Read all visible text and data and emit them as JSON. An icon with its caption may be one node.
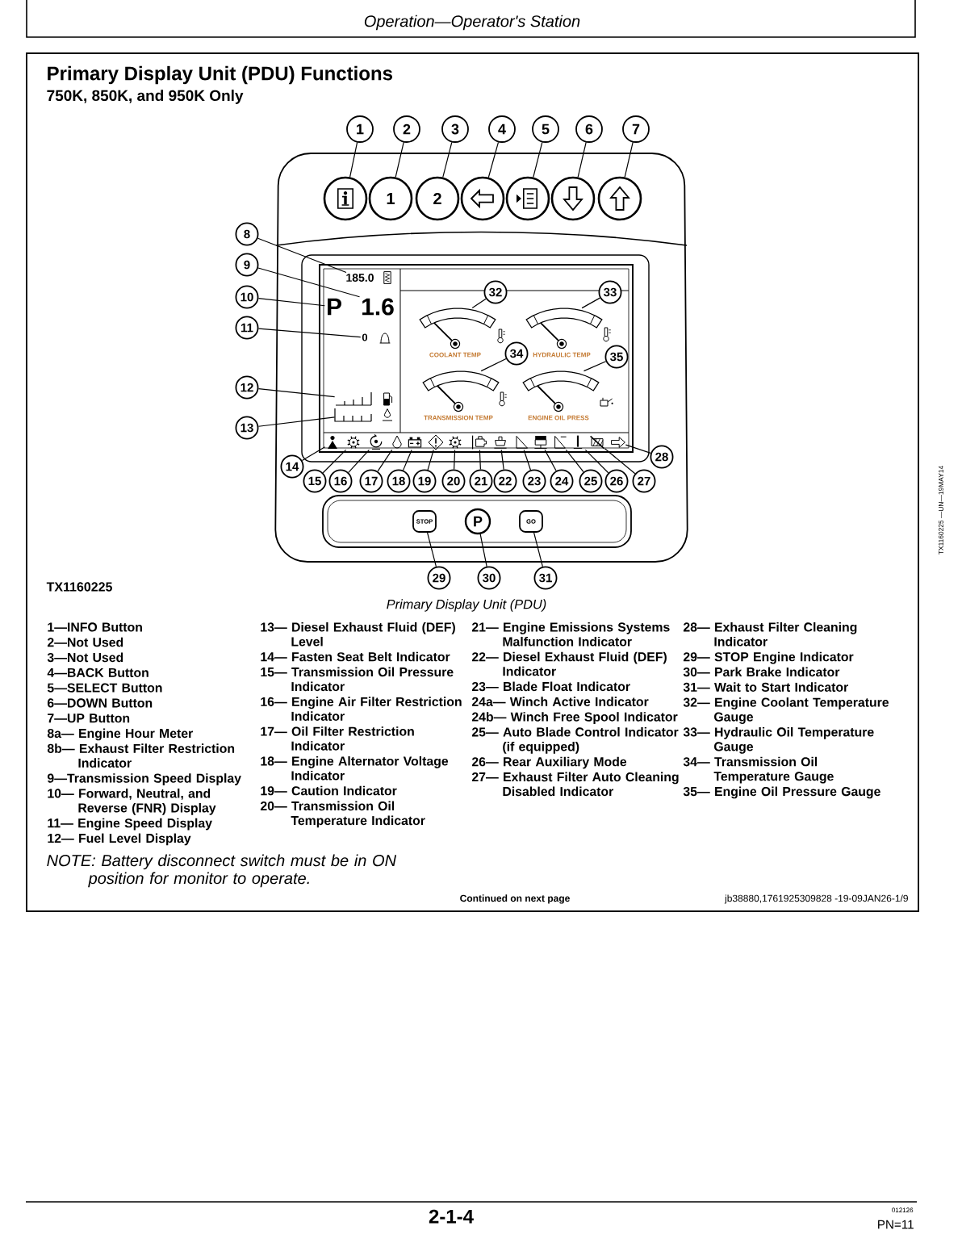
{
  "diagram": {
    "title": "Primary Display Unit (PDU) Functions",
    "caption": "Primary Display Unit (PDU)",
    "nodes": [
      {
        "text": [
          "1"
        ]
      },
      {
        "text": [
          "2"
        ]
      },
      {
        "text": [
          "3"
        ]
      },
      {
        "text": [
          "4"
        ]
      },
      {
        "text": [
          "5"
        ]
      },
      {
        "text": [
          "6"
        ]
      },
      {
        "text": [
          "7"
        ]
      },
      {
        "text": [],
        "shape": "circle"
      },
      {
        "text": [
          "1"
        ]
      },
      {
        "text": [
          "2"
        ]
      },
      {
        "text": [],
        "shape": "circle"
      },
      {
        "text": [],
        "shape": "circle"
      },
      {
        "text": [],
        "shape": "circle"
      },
      {
        "text": [],
        "shape": "circle"
      },
      {
        "text": [
          "8"
        ]
      },
      {
        "text": [
          "185.0"
        ]
      },
      {
        "text": [
          "9"
        ]
      },
      {
        "text": [
          "1.6"
        ]
      },
      {
        "text": [
          "10"
        ]
      },
      {
        "text": [
          "P"
        ]
      },
      {
        "text": [
          "11"
        ]
      },
      {
        "text": [
          "0"
        ]
      },
      {
        "text": [
          "12"
        ]
      },
      {
        "text": [],
        "shape": "bar"
      },
      {
        "text": [
          "13"
        ]
      },
      {
        "text": [],
        "shape": "bar"
      },
      {
        "text": [
          "32"
        ]
      },
      {
        "text": [],
        "shape": "picture",
        "beside": [
          "COOLANT TEMP"
        ]
      },
      {
        "text": [
          "33"
        ]
      },
      {
        "text": [],
        "shape": "picture",
        "beside": [
          "HYDRAULIC TEMP"
        ]
      },
      {
        "text": [
          "34"
        ]
      },
      {
        "text": [],
        "shape": "picture",
        "beside": [
          "TRANSMISSION TEMP"
        ]
      },
      {
        "text": [
          "35"
        ]
      },
      {
        "text": [],
        "shape": "picture",
        "beside": [
          "ENGINE OIL PRESS"
        ]
      },
      {
        "text": [
          "14"
        ]
      },
      {
        "text": [],
        "shape": "picture"
      },
      {
        "text": [
          "15"
        ]
      },
      {
        "text": [],
        "shape": "picture"
      },
      {
        "text": [
          "16"
        ]
      },
      {
        "text": [],
        "shape": "picture"
      },
      {
        "text": [
          "17"
        ]
      },
      {
        "text": [],
        "shape": "picture"
      },
      {
        "text": [
          "18"
        ]
      },
      {
        "text": [],
        "shape": "picture"
      },
      {
        "text": [
          "19"
        ]
      },
      {
        "text": [],
        "shape": "picture"
      },
      {
        "text": [
          "20"
        ]
      },
      {
        "text": [],
        "shape": "picture"
      },
      {
        "text": [
          "21"
        ]
      },
      {
        "text": [],
        "shape": "picture"
      },
      {
        "text": [
          "22"
        ]
      },
      {
        "text": [],
        "shape": "picture"
      },
      {
        "text": [
          "23"
        ]
      },
      {
        "text": [],
        "shape": "picture"
      },
      {
        "text": [
          "24"
        ]
      },
      {
        "text": [],
        "shape": "picture"
      },
      {
        "text": [
          "25"
        ]
      },
      {
        "text": [],
        "shape": "picture"
      },
      {
        "text": [
          "26"
        ]
      },
      {
        "text": [],
        "shape": "picture"
      },
      {
        "text": [
          "27"
        ]
      },
      {
        "text": [],
        "shape": "picture"
      },
      {
        "text": [
          "28"
        ]
      },
      {
        "text": [],
        "shape": "picture"
      },
      {
        "text": [
          "29"
        ]
      },
      {
        "text": [
          "STOP"
        ]
      },
      {
        "text": [
          "30"
        ]
      },
      {
        "text": [
          "P"
        ]
      },
      {
        "text": [
          "31"
        ]
      },
      {
        "text": [
          "GO"
        ]
      }
    ],
    "edges": [
      {
        "from": 0,
        "to": 7,
        "arrow": "none"
      },
      {
        "from": 1,
        "to": 8,
        "arrow": "none"
      },
      {
        "from": 2,
        "to": 9,
        "arrow": "none"
      },
      {
        "from": 3,
        "to": 10,
        "arrow": "none"
      },
      {
        "from": 4,
        "to": 11,
        "arrow": "none"
      },
      {
        "from": 5,
        "to": 12,
        "arrow": "none"
      },
      {
        "from": 6,
        "to": 13,
        "arrow": "none"
      },
      {
        "from": 14,
        "to": 15,
        "arrow": "none"
      },
      {
        "from": 16,
        "to": 17,
        "arrow": "none"
      },
      {
        "from": 18,
        "to": 19,
        "arrow": "none"
      },
      {
        "from": 20,
        "to": 21,
        "arrow": "none"
      },
      {
        "from": 22,
        "to": 23,
        "arrow": "none"
      },
      {
        "from": 24,
        "to": 25,
        "arrow": "none"
      },
      {
        "from": 26,
        "to": 27,
        "arrow": "none"
      },
      {
        "from": 28,
        "to": 29,
        "arrow": "none"
      },
      {
        "from": 30,
        "to": 31,
        "arrow": "none"
      },
      {
        "from": 32,
        "to": 33,
        "arrow": "none"
      },
      {
        "from": 34,
        "to": 35,
        "arrow": "none"
      },
      {
        "from": 36,
        "to": 37,
        "arrow": "none"
      },
      {
        "from": 38,
        "to": 39,
        "arrow": "none"
      },
      {
        "from": 40,
        "to": 41,
        "arrow": "none"
      },
      {
        "from": 42,
        "to": 43,
        "arrow": "none"
      },
      {
        "from": 44,
        "to": 45,
        "arrow": "none"
      },
      {
        "from": 46,
        "to": 47,
        "arrow": "none"
      },
      {
        "from": 48,
        "to": 49,
        "arrow": "none"
      },
      {
        "from": 50,
        "to": 51,
        "arrow": "none"
      },
      {
        "from": 52,
        "to": 53,
        "arrow": "none"
      },
      {
        "from": 54,
        "to": 55,
        "arrow": "none"
      },
      {
        "from": 56,
        "to": 57,
        "arrow": "none"
      },
      {
        "from": 58,
        "to": 59,
        "arrow": "none"
      },
      {
        "from": 60,
        "to": 61,
        "arrow": "none"
      },
      {
        "from": 62,
        "to": 63,
        "arrow": "none"
      },
      {
        "from": 64,
        "to": 65,
        "arrow": "none"
      },
      {
        "from": 66,
        "to": 67,
        "arrow": "none"
      },
      {
        "from": 68,
        "to": 69,
        "arrow": "none"
      }
    ],
    "labels": [
      "Operation—Operator's Station",
      "750K, 850K, and 950K Only",
      "TX1160225 —UN—19MAY14",
      "TX1160225",
      "1—INFO Button",
      "2—Not Used",
      "3—Not Used",
      "4—BACK Button",
      "5—SELECT Button",
      "6—DOWN Button",
      "7—UP Button",
      "8a— Engine Hour Meter",
      "8b— Exhaust Filter Restriction Indicator",
      "9—Transmission Speed Display",
      "10— Forward, Neutral, and Reverse (FNR) Display",
      "11— Engine Speed Display",
      "12— Fuel Level Display",
      "13— Diesel Exhaust Fluid (DEF) Level",
      "14— Fasten Seat Belt Indicator",
      "15— Transmission Oil Pressure Indicator",
      "16— Engine Air Filter Restriction Indicator",
      "17— Oil Filter Restriction Indicator",
      "18— Engine Alternator Voltage Indicator",
      "19— Caution Indicator",
      "20— Transmission Oil Temperature Indicator",
      "21— Engine Emissions Systems Malfunction Indicator",
      "22— Diesel Exhaust Fluid (DEF) Indicator",
      "23— Blade Float Indicator",
      "24a— Winch Active Indicator",
      "24b— Winch Free Spool Indicator",
      "25— Auto Blade Control Indicator (if equipped)",
      "26— Rear Auxiliary Mode",
      "27— Exhaust Filter Auto Cleaning Disabled Indicator",
      "28— Exhaust Filter Cleaning Indicator",
      "29— STOP Engine Indicator",
      "30— Park Brake Indicator",
      "31— Wait to Start Indicator",
      "32— Engine Coolant Temperature Gauge",
      "33— Hydraulic Oil Temperature Gauge",
      "34— Transmission Oil Temperature Gauge",
      "35— Engine Oil Pressure Gauge",
      "NOTE: Battery disconnect switch must be in ON position for monitor to operate.",
      "Continued on next page",
      "jb38880,1761925309828 -19-09JAN26-1/9",
      "2-1-4",
      "012126",
      "PN=11"
    ]
  }
}
